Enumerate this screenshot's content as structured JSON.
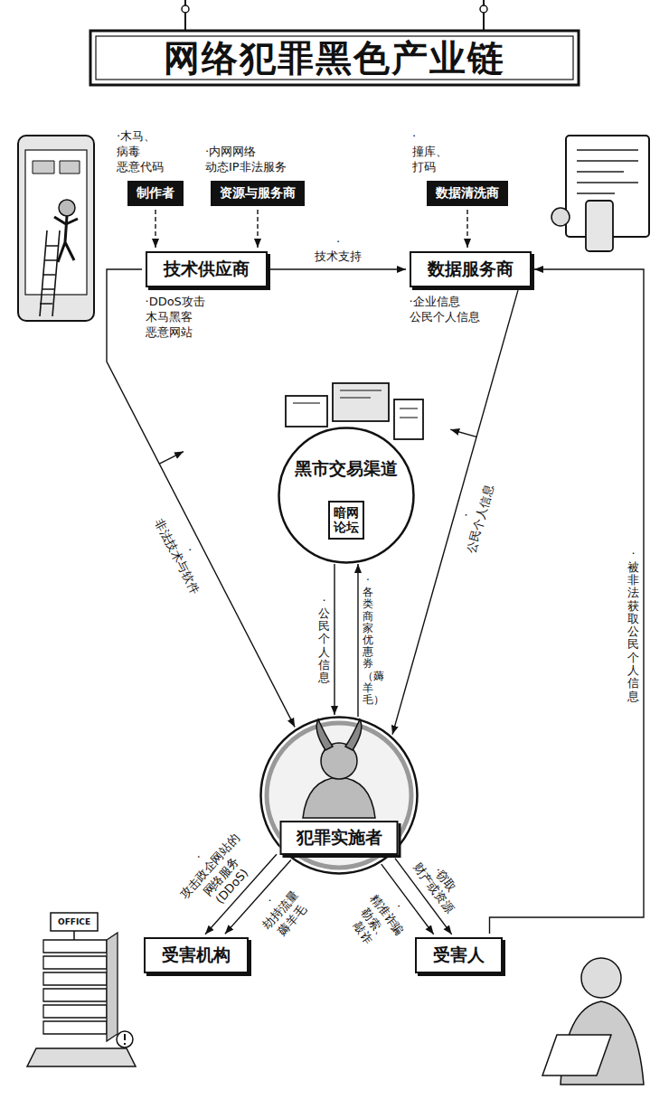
{
  "diagram": {
    "title": "网络犯罪黑色产业链",
    "nodes": [
      {
        "text": [
          "·木马、病毒 恶意代码",
          "制作者"
        ]
      },
      {
        "text": [
          "·内网网络 动态IP非法服务",
          "资源与服务商"
        ]
      },
      {
        "text": [
          "·撞库、打码",
          "数据清洗商"
        ]
      },
      {
        "text": [
          "技术供应商",
          "·DDoS攻击 木马黑客 恶意网站"
        ]
      },
      {
        "text": [
          "数据服务商",
          "·企业信息 公民个人信息"
        ]
      },
      {
        "text": [
          "黑市交易渠道"
        ]
      },
      {
        "text": [
          "暗网论坛"
        ],
        "in": 5
      },
      {
        "text": [
          "犯罪实施者"
        ]
      },
      {
        "text": [
          "受害机构"
        ]
      },
      {
        "text": [
          "受害人"
        ]
      }
    ],
    "edges": [
      {
        "from": 0,
        "to": 3,
        "arrow": "to"
      },
      {
        "from": 1,
        "to": 3,
        "arrow": "to"
      },
      {
        "from": 2,
        "to": 4,
        "arrow": "to"
      },
      {
        "from": 3,
        "to": 4,
        "label": "·技术支持",
        "arrow": "to"
      },
      {
        "from": 3,
        "to": 7,
        "label": "·非法技术与软件",
        "arrow": "to"
      },
      {
        "from": 4,
        "to": 7,
        "label": "·公民个人信息",
        "arrow": "to"
      },
      {
        "from": 5,
        "to": 7,
        "label": "·公民个人信息",
        "arrow": "to"
      },
      {
        "from": 7,
        "to": 5,
        "label": "·各类商家优惠券（薅羊毛）",
        "arrow": "to"
      },
      {
        "from": 7,
        "to": 8,
        "label": "·攻击政企网站的 网络服务(DDoS)",
        "arrow": "to"
      },
      {
        "from": 7,
        "to": 8,
        "label": "·劫持流量 薅羊毛",
        "arrow": "to"
      },
      {
        "from": 7,
        "to": 9,
        "label": "·窃取 财产或资源",
        "arrow": "to"
      },
      {
        "from": 7,
        "to": 9,
        "label": "·精准诈骗 勒索、敲诈",
        "arrow": "to"
      },
      {
        "from": 9,
        "to": 4,
        "label": "·被非法获取公民个人信息",
        "arrow": "to"
      }
    ],
    "labels": [
      "OFFICE"
    ]
  }
}
